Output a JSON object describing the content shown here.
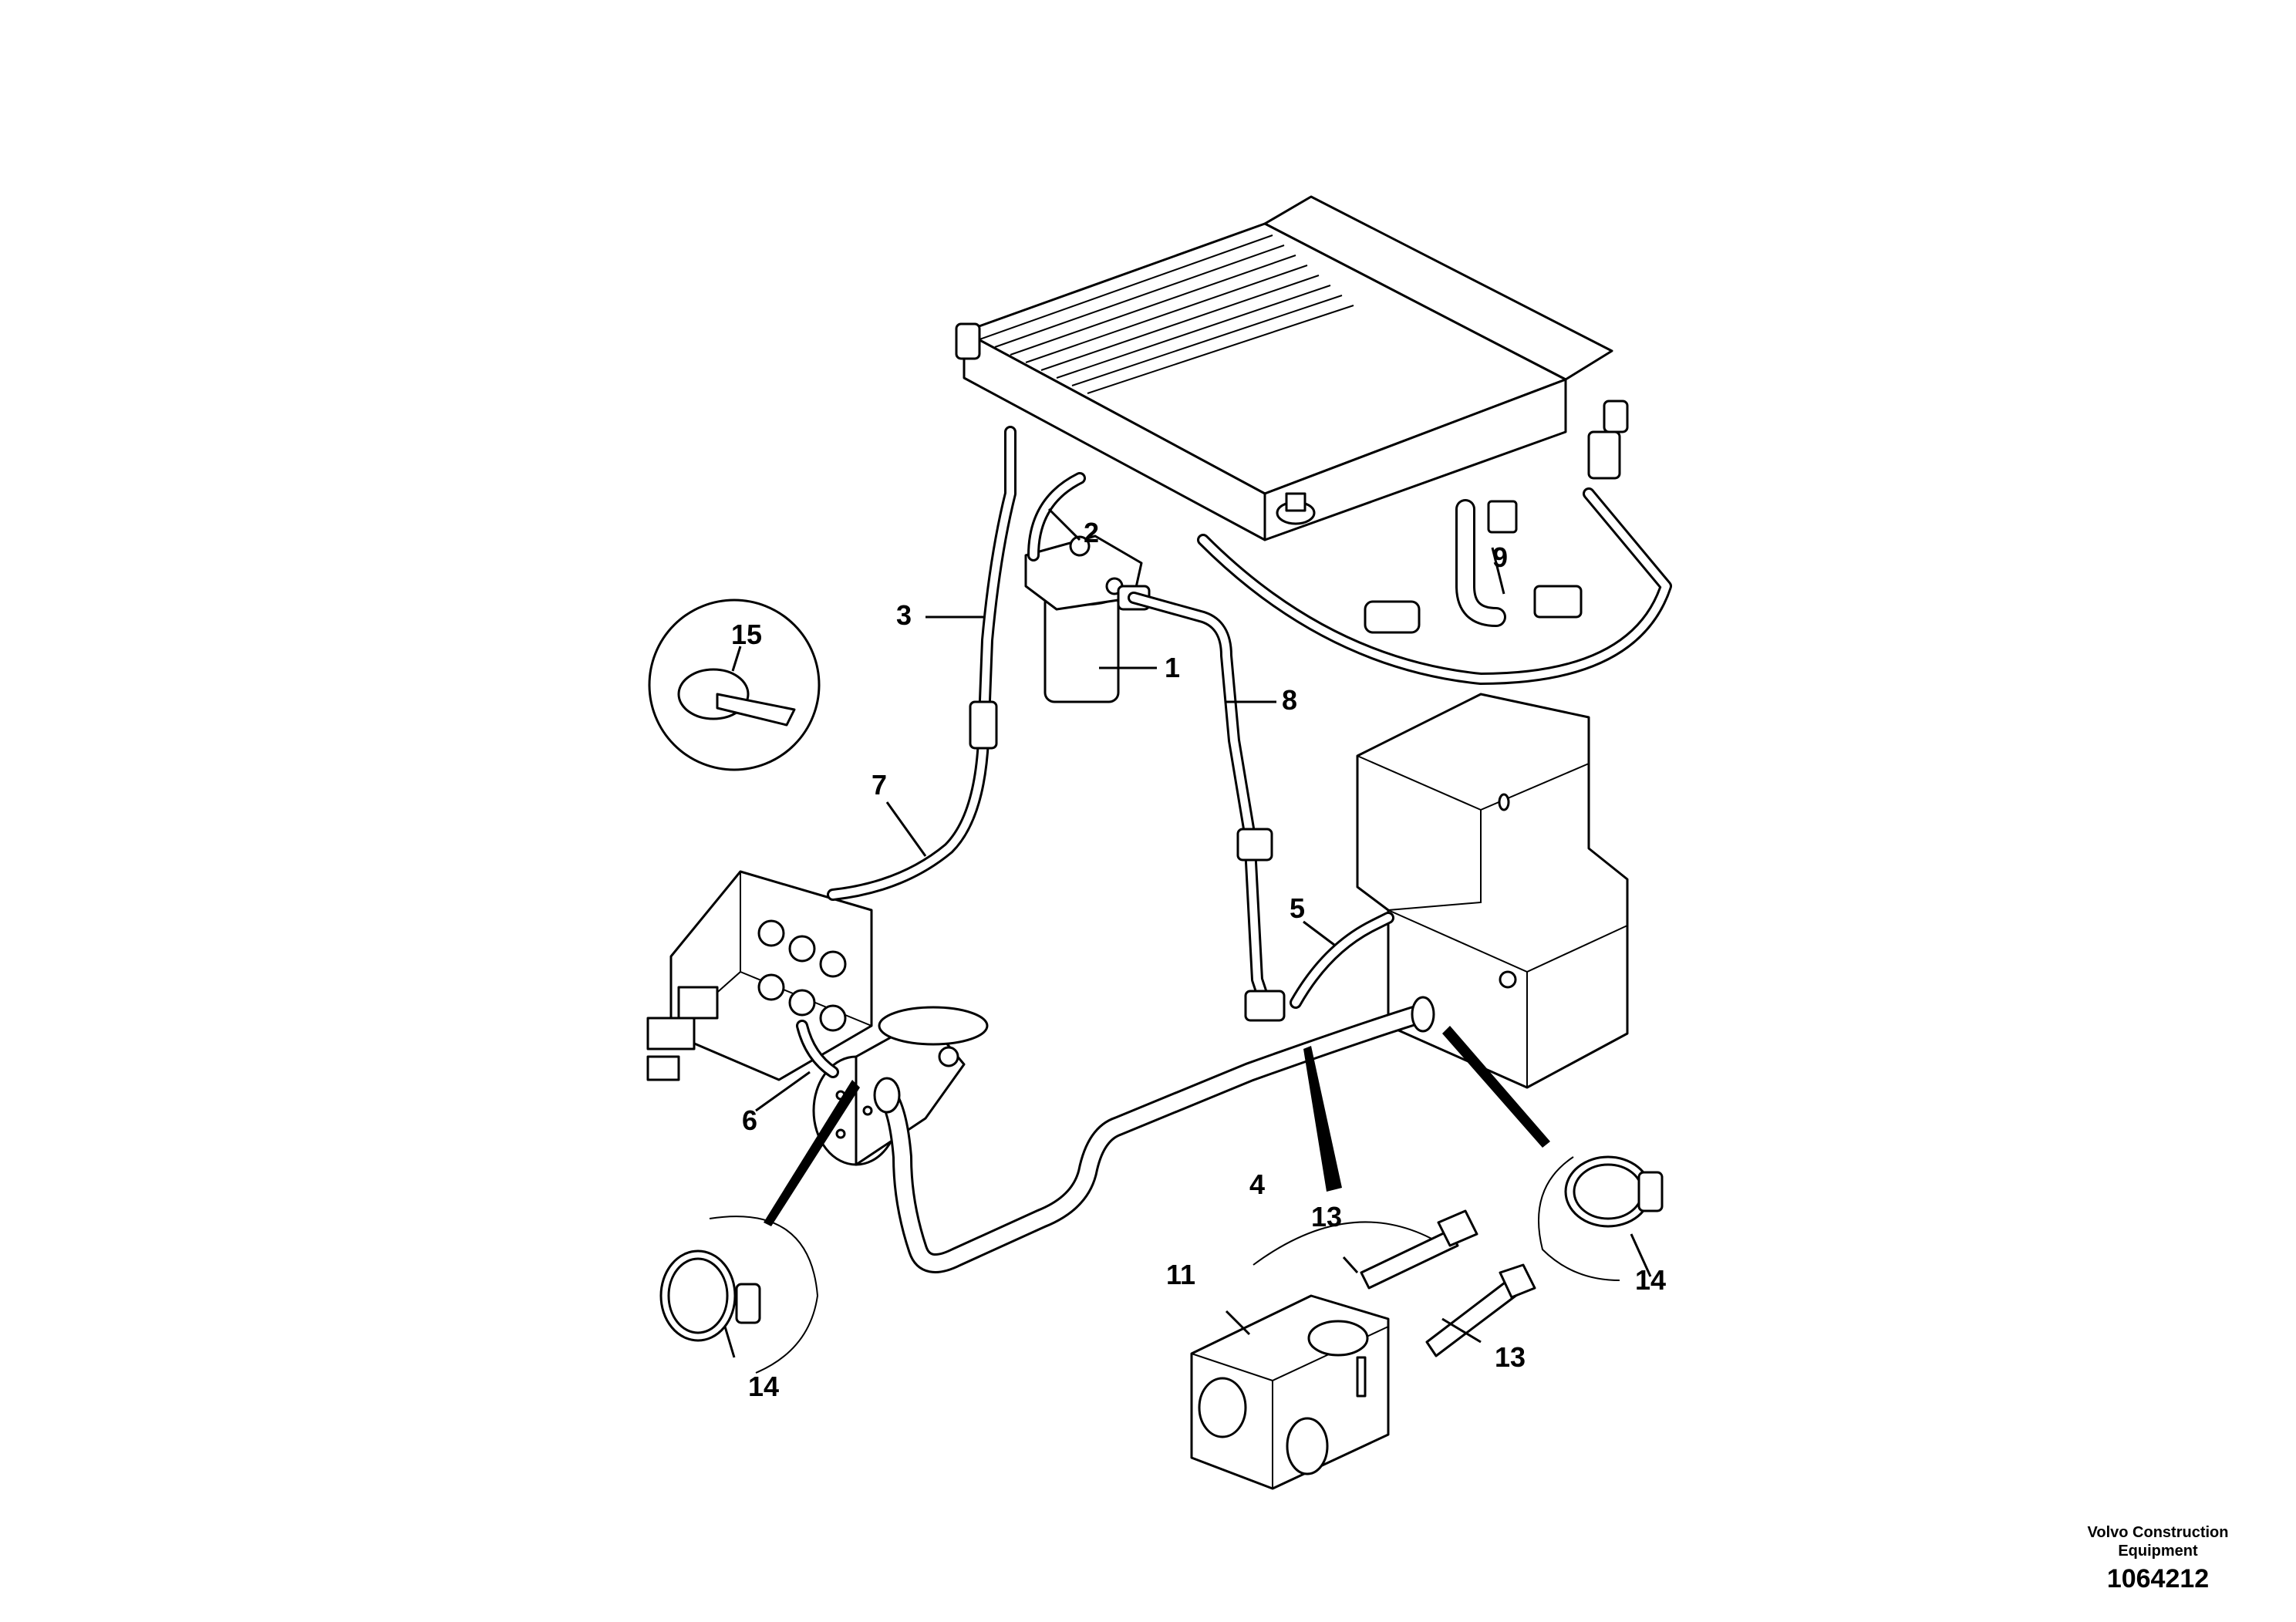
{
  "callouts": {
    "c1": "1",
    "c2": "2",
    "c3": "3",
    "c4": "4",
    "c5": "5",
    "c6": "6",
    "c7": "7",
    "c8": "8",
    "c9": "9",
    "c11": "11",
    "c13a": "13",
    "c13b": "13",
    "c14a": "14",
    "c14b": "14",
    "c15": "15"
  },
  "footer": {
    "brand_line1": "Volvo Construction",
    "brand_line2": "Equipment",
    "drawing_number": "1064212"
  }
}
